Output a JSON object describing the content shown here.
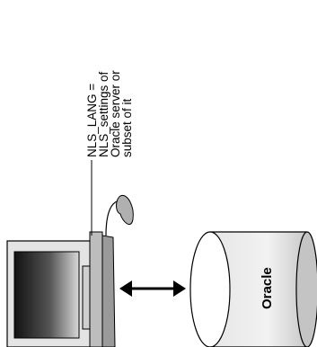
{
  "annotation": {
    "lines": [
      "NLS_LANG =",
      "NLS_settings of",
      "Oracle server or",
      "subset of it"
    ]
  },
  "database": {
    "label": "Oracle"
  }
}
